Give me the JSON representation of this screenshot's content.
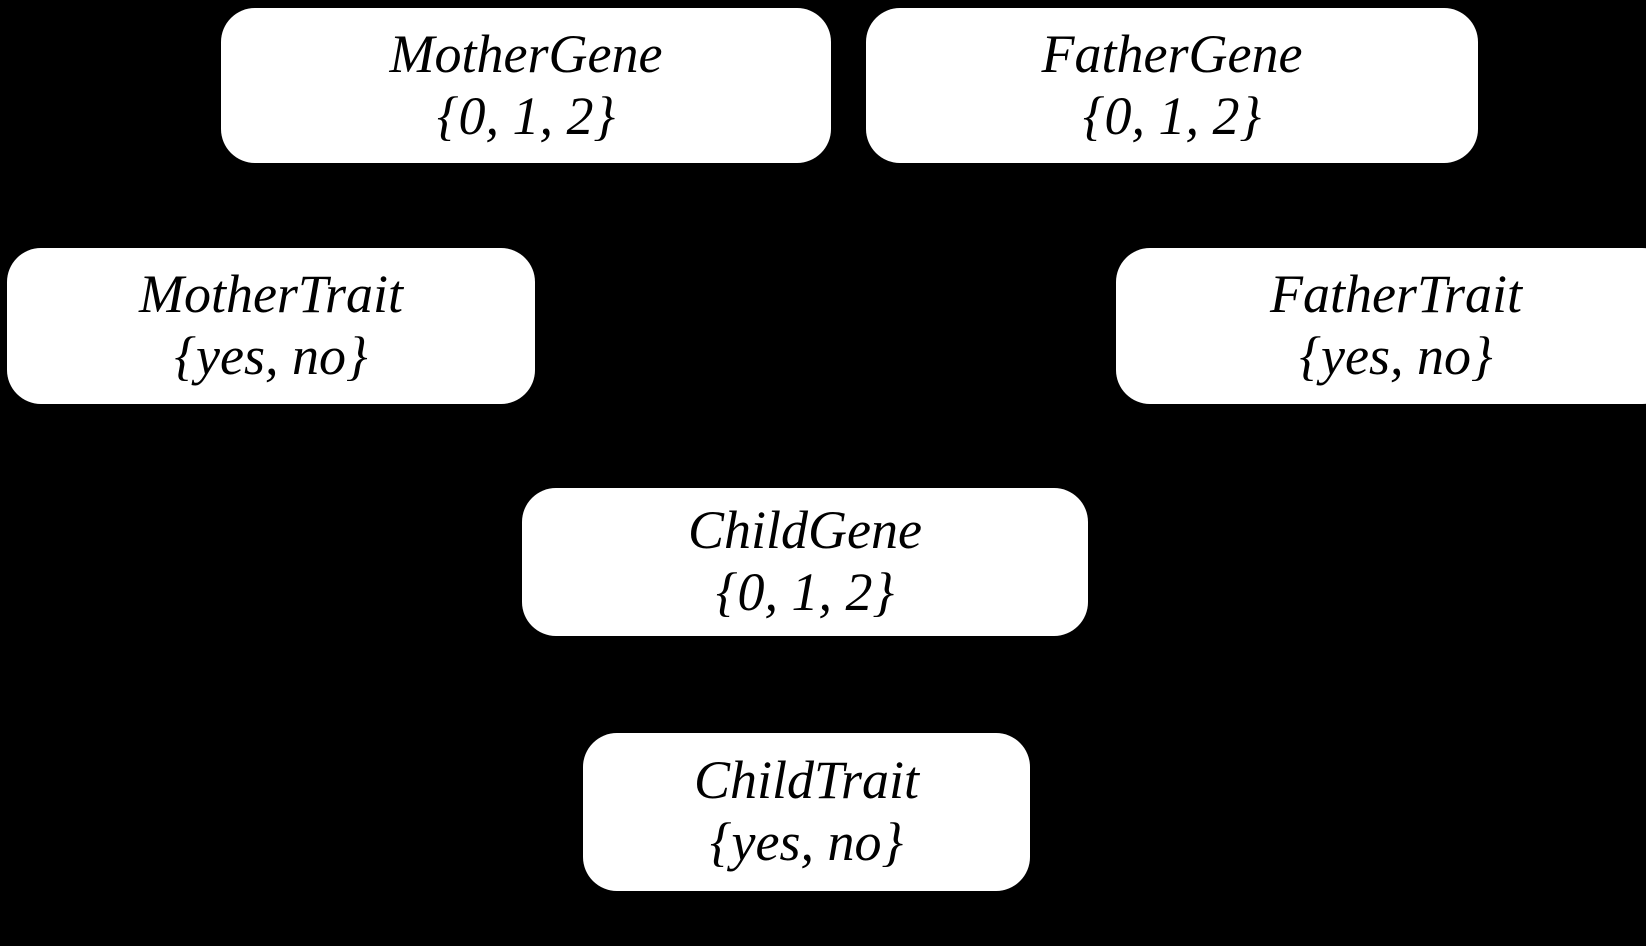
{
  "figure": {
    "kind": "bayesian-network-diagram",
    "background_color": "#000000",
    "node_fill_color": "#ffffff",
    "node_text_color": "#000000",
    "edges_visible": false
  },
  "nodes": [
    {
      "id": "mother-gene",
      "label": "MotherGene",
      "domain": "{0, 1, 2}"
    },
    {
      "id": "father-gene",
      "label": "FatherGene",
      "domain": "{0, 1, 2}"
    },
    {
      "id": "mother-trait",
      "label": "MotherTrait",
      "domain": "{yes, no}"
    },
    {
      "id": "father-trait",
      "label": "FatherTrait",
      "domain": "{yes, no}"
    },
    {
      "id": "child-gene",
      "label": "ChildGene",
      "domain": "{0, 1, 2}"
    },
    {
      "id": "child-trait",
      "label": "ChildTrait",
      "domain": "{yes, no}"
    }
  ]
}
